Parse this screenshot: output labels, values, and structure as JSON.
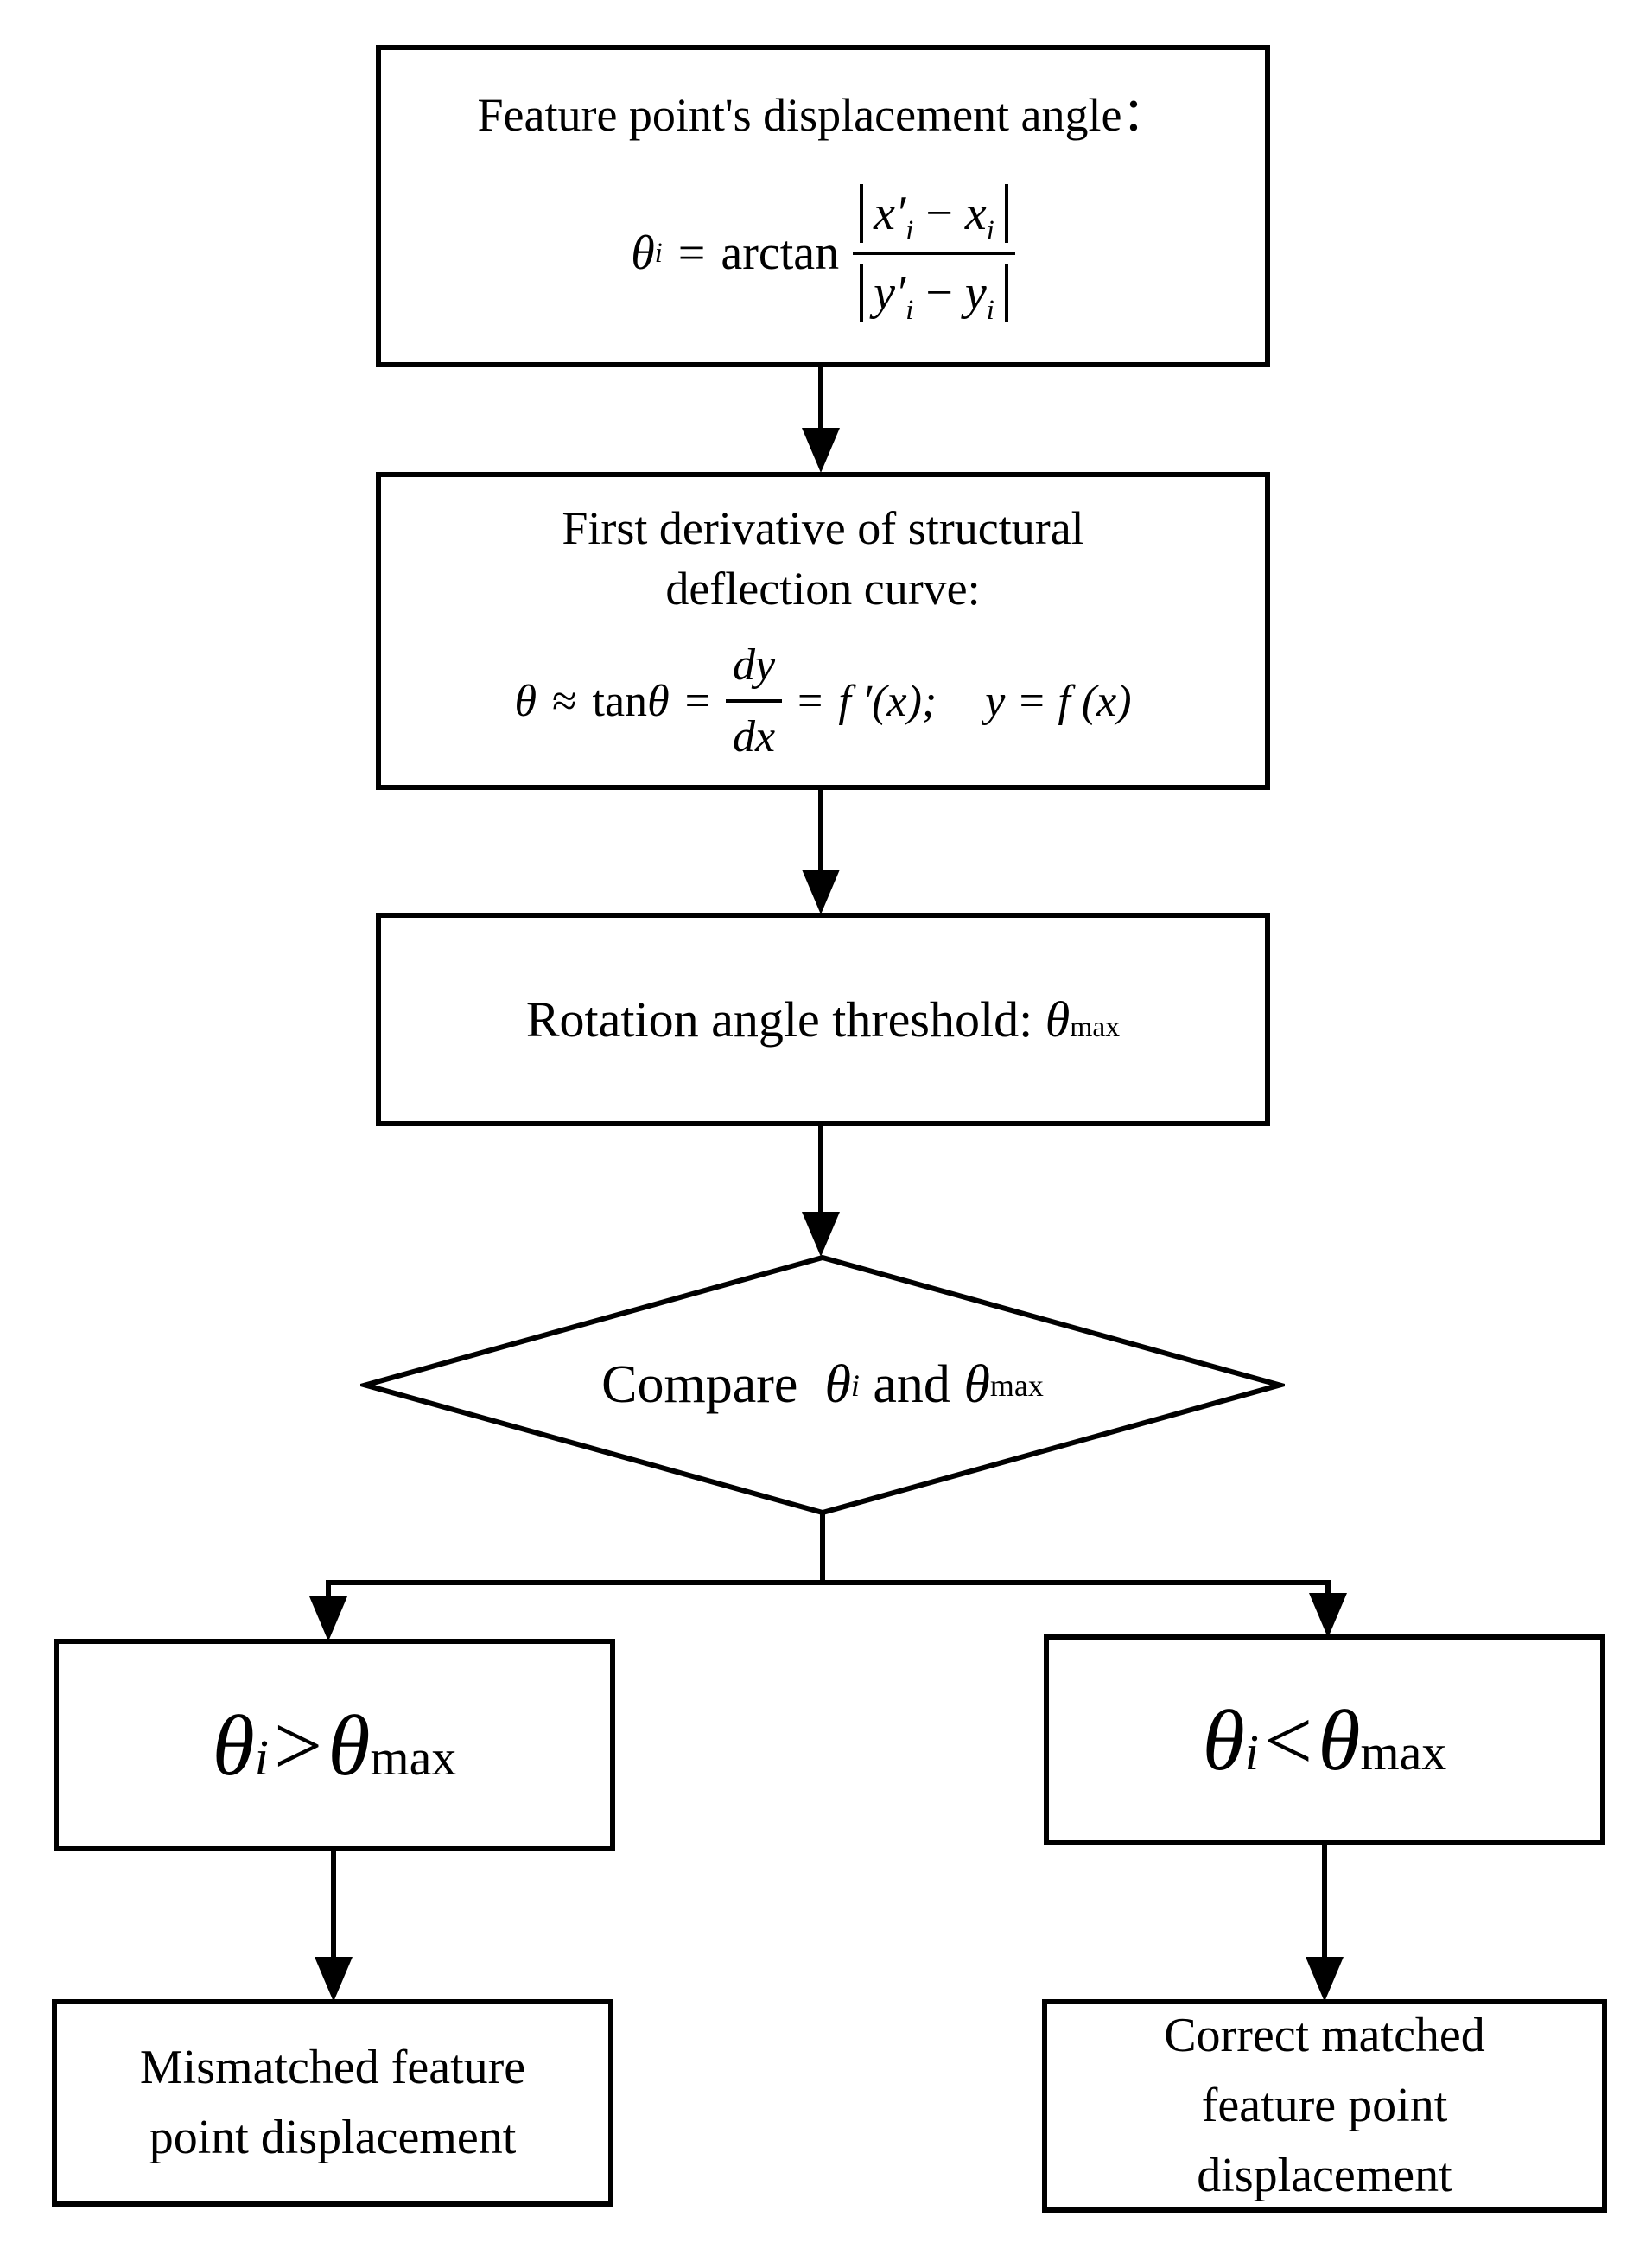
{
  "colors": {
    "ink": "#000000",
    "paper": "#ffffff"
  },
  "flow": {
    "step1": {
      "title": "Feature point's displacement angle：",
      "formula": {
        "lhs": "θ",
        "lhs_sub": "i",
        "eq": "=",
        "func": "arctan",
        "num": {
          "a": "x′",
          "a_sub": "i",
          "op": "−",
          "b": "x",
          "b_sub": "i"
        },
        "den": {
          "a": "y′",
          "a_sub": "i",
          "op": "−",
          "b": "y",
          "b_sub": "i"
        }
      }
    },
    "step2": {
      "title_line1": "First derivative of structural",
      "title_line2": "deflection curve:",
      "formula": {
        "theta": "θ",
        "approx": "≈",
        "tan": "tan",
        "theta2": "θ",
        "eq1": "=",
        "num": "dy",
        "den": "dx",
        "eq2": "=",
        "deriv": "f ′(x);",
        "aux": "y = f (x)"
      }
    },
    "step3": {
      "label": "Rotation angle threshold:",
      "theta": "θ",
      "theta_sub": "max"
    },
    "decision": {
      "prefix": "Compare",
      "theta1": "θ",
      "theta1_sub": "i",
      "conj": "and",
      "theta2": "θ",
      "theta2_sub": "max"
    },
    "branch_left": {
      "theta1": "θ",
      "theta1_sub": "i",
      "op": ">",
      "theta2": "θ",
      "theta2_sub": "max"
    },
    "branch_right": {
      "theta1": "θ",
      "theta1_sub": "i",
      "op": "<",
      "theta2": "θ",
      "theta2_sub": "max"
    },
    "outcome_left": {
      "line1": "Mismatched feature",
      "line2": "point displacement"
    },
    "outcome_right": {
      "line1": "Correct matched",
      "line2": "feature point",
      "line3": "displacement"
    }
  }
}
